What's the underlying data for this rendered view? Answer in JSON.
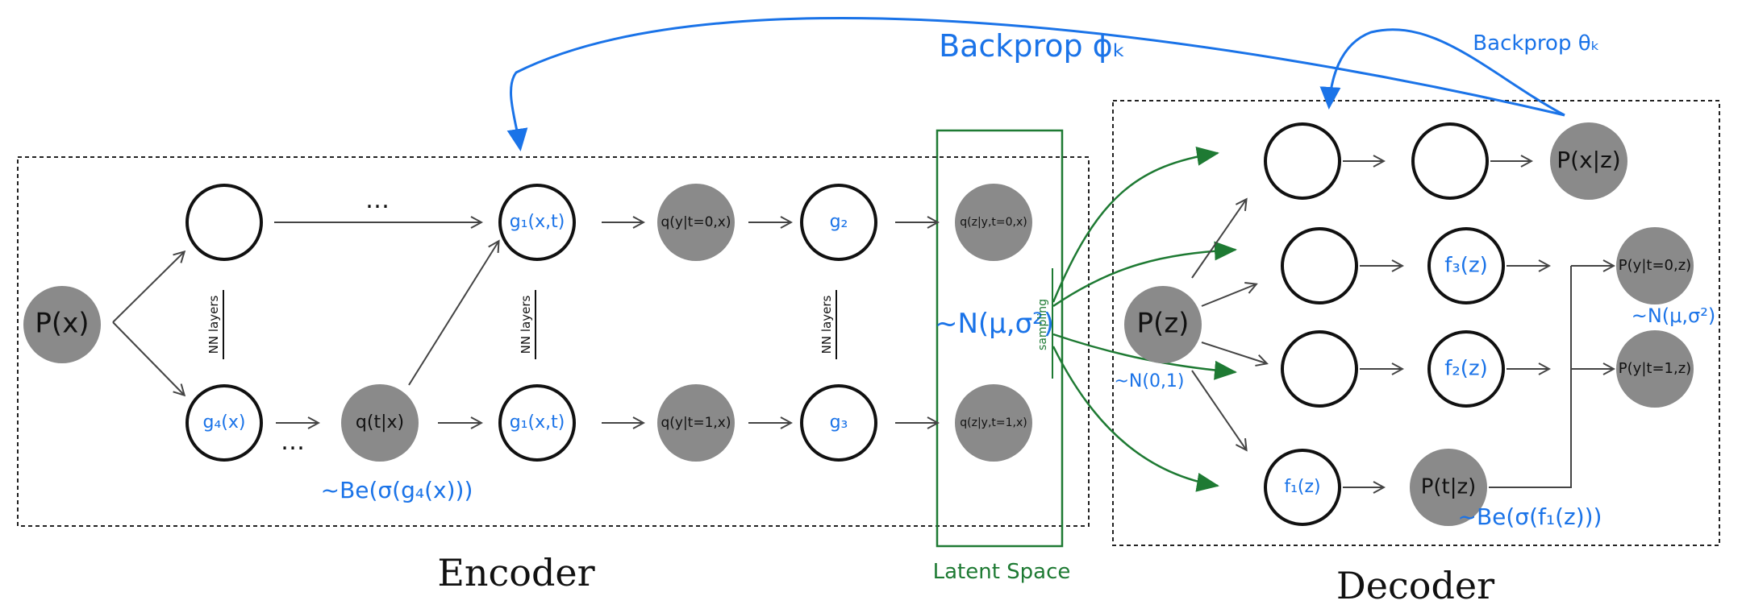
{
  "sections": {
    "encoder": "Encoder",
    "decoder": "Decoder",
    "latent": "Latent Space"
  },
  "annotations": {
    "backprop_phi": "Backprop ϕₖ",
    "backprop_theta": "Backprop θₖ",
    "sampling": "sampling",
    "latent_dist": "~N(μ,σ²)",
    "noise_dist": "~N(0,1)",
    "bern_enc": "~Be(σ(g₄(x)))",
    "bern_dec": "~Be(σ(f₁(z)))",
    "dec_norm": "~N(μ,σ²)",
    "nn_layers": "NN layers",
    "ellipsis": "…"
  },
  "nodes": {
    "px": "P(x)",
    "enc_top1": "",
    "g4x": "g₄(x)",
    "qtx": "q(t|x)",
    "g1xt_top": "g₁(x,t)",
    "g1xt_bot": "g₁(x,t)",
    "qy_t0": "q(y|t=0,x)",
    "qy_t1": "q(y|t=1,x)",
    "g2": "g₂",
    "g3": "g₃",
    "qz_t0": "q(z|y,t=0,x)",
    "qz_t1": "q(z|y,t=1,x)",
    "pz": "P(z)",
    "dec_r1a": "",
    "dec_r1b": "",
    "pxz": "P(x|z)",
    "dec_r2": "",
    "f3z": "f₃(z)",
    "dec_r3": "",
    "f2z": "f₂(z)",
    "f1z": "f₁(z)",
    "ptz": "P(t|z)",
    "py_t0z": "P(y|t=0,z)",
    "py_t1z": "P(y|t=1,z)"
  }
}
